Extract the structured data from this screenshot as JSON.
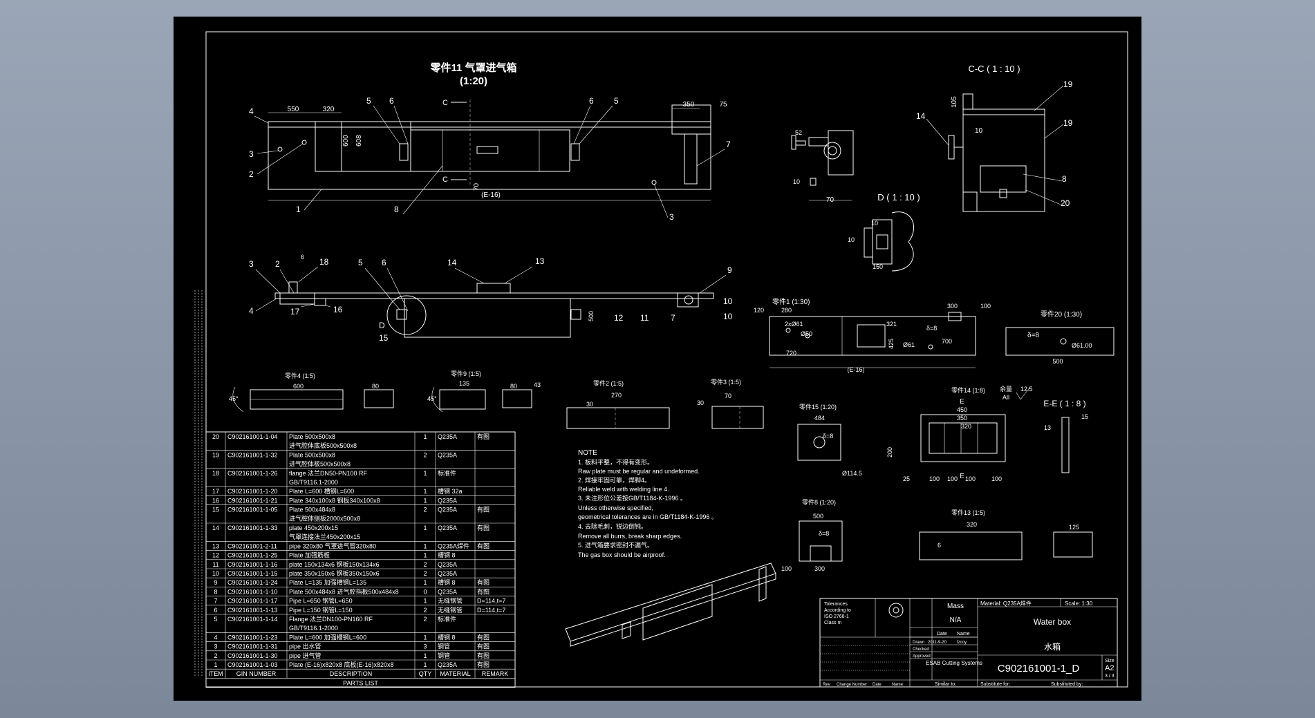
{
  "views": {
    "main_title": "零件11 气罩进气箱",
    "main_scale": "(1:20)",
    "cc_title": "C-C ( 1 : 10 )",
    "d_title": "D ( 1 : 10 )",
    "ee_title": "E-E ( 1 : 8 )",
    "part1_title": "零件1 (1:30)",
    "part20_title": "零件20 (1:30)",
    "part4_title": "零件4 (1:5)",
    "part9_title": "零件9 (1:5)",
    "part2_title": "零件2 (1:5)",
    "part3_title": "零件3 (1:5)",
    "part15_title": "零件15 (1:20)",
    "part14_title": "零件14 (1:8)",
    "part8_title": "零件8 (1:20)",
    "part13_title": "零件13 (1:5)",
    "section_c": "C",
    "section_e": "E",
    "detail_d": "D",
    "surface_note": "余量",
    "surface_value": "12.5",
    "surface_all": "All"
  },
  "dims": {
    "d550": "550",
    "d320": "320",
    "d350": "350",
    "d75": "75",
    "d600": "600",
    "d608": "608",
    "d70": "70",
    "e16": "(E-16)",
    "d52": "52",
    "d10": "10",
    "d105": "105",
    "d150": "150",
    "d120": "120",
    "d280": "280",
    "d2x61": "2xØ61",
    "d50phi": "Ø50",
    "d720": "720",
    "d700": "700",
    "d300": "300",
    "d100": "100",
    "d321": "321",
    "d425": "425",
    "d61": "Ø61",
    "d500": "500",
    "d8": "δ=8",
    "d610": "Ø61.00",
    "d43": "43",
    "d80": "80",
    "d135": "135",
    "d45": "45°",
    "d270": "270",
    "d30": "30",
    "d484": "484",
    "d1145": "Ø114.5",
    "d450": "450",
    "d15": "15",
    "d13": "13",
    "d25": "25",
    "d200": "200",
    "d125": "125",
    "d6": "6"
  },
  "balloons": [
    "1",
    "2",
    "3",
    "4",
    "5",
    "6",
    "7",
    "8",
    "9",
    "10",
    "11",
    "12",
    "13",
    "14",
    "15",
    "16",
    "17",
    "18",
    "19",
    "20"
  ],
  "parts_list": {
    "title": "PARTS LIST",
    "headers": [
      "ITEM",
      "GIN NUMBER",
      "DESCRIPTION",
      "QTY",
      "MATERIAL",
      "REMARK"
    ],
    "rows": [
      {
        "item": "20",
        "gin": "C902161001-1-04",
        "desc": "Plate 500x500x8",
        "desc2": "进气腔体底板500x500x8",
        "qty": "1",
        "mat": "Q235A",
        "rem": "有图"
      },
      {
        "item": "19",
        "gin": "C902161001-1-32",
        "desc": "Plate 500x500x8",
        "desc2": "进气腔体板500x500x8",
        "qty": "2",
        "mat": "Q235A",
        "rem": ""
      },
      {
        "item": "18",
        "gin": "C902161001-1-26",
        "desc": "flange 法兰DN50-PN100 RF",
        "desc2": "GB/T9116.1-2000",
        "qty": "1",
        "mat": "标准件",
        "rem": ""
      },
      {
        "item": "17",
        "gin": "C902161001-1-20",
        "desc": "Plate L=600 槽钢L=600",
        "desc2": "",
        "qty": "1",
        "mat": "槽钢 32a",
        "rem": ""
      },
      {
        "item": "16",
        "gin": "C902161001-1-21",
        "desc": "Plate 340x100x8 钢板340x100x8",
        "desc2": "",
        "qty": "1",
        "mat": "Q235A",
        "rem": ""
      },
      {
        "item": "15",
        "gin": "C902161001-1-05",
        "desc": "Plate 500x484x8",
        "desc2": "进气腔体侧板2000x500x8",
        "qty": "2",
        "mat": "Q235A",
        "rem": "有图"
      },
      {
        "item": "14",
        "gin": "C902161001-1-33",
        "desc": "plate 450x200x15",
        "desc2": "气罩连接法兰450x200x15",
        "qty": "1",
        "mat": "Q235A",
        "rem": "有图"
      },
      {
        "item": "13",
        "gin": "C902161001-2-11",
        "desc": "pipe 320x80 气罩进气管320x80",
        "desc2": "",
        "qty": "1",
        "mat": "Q235A焊件",
        "rem": "有图"
      },
      {
        "item": "12",
        "gin": "C902161001-1-25",
        "desc": "Plate 加强筋板",
        "desc2": "",
        "qty": "1",
        "mat": "槽钢 8",
        "rem": ""
      },
      {
        "item": "11",
        "gin": "C902161001-1-16",
        "desc": "plate 150x134x6 钢板150x134x6",
        "desc2": "",
        "qty": "2",
        "mat": "Q235A",
        "rem": ""
      },
      {
        "item": "10",
        "gin": "C902161001-1-15",
        "desc": "plate 350x150x6 钢板350x150x6",
        "desc2": "",
        "qty": "2",
        "mat": "Q235A",
        "rem": ""
      },
      {
        "item": "9",
        "gin": "C902161001-1-24",
        "desc": "Plate L=135 加强槽钢L=135",
        "desc2": "",
        "qty": "1",
        "mat": "槽钢 8",
        "rem": "有图"
      },
      {
        "item": "8",
        "gin": "C902161001-1-10",
        "desc": "Plate 500x484x8 进气腔挡板500x484x8",
        "desc2": "",
        "qty": "0",
        "mat": "Q235A",
        "rem": "有图"
      },
      {
        "item": "7",
        "gin": "C902161001-1-17",
        "desc": "Pipe L=650 钢管L=650",
        "desc2": "",
        "qty": "1",
        "mat": "无缝钢管",
        "rem": "D=114,t=7"
      },
      {
        "item": "6",
        "gin": "C902161001-1-13",
        "desc": "Pipe L=150 钢管L=150",
        "desc2": "",
        "qty": "2",
        "mat": "无缝钢管",
        "rem": "D=114,t=7"
      },
      {
        "item": "5",
        "gin": "C902161001-1-14",
        "desc": "Flange 法兰DN100-PN160 RF",
        "desc2": "GB/T9116.1-2000",
        "qty": "2",
        "mat": "标准件",
        "rem": ""
      },
      {
        "item": "4",
        "gin": "C902161001-1-23",
        "desc": "Plate L=600 加强槽钢L=600",
        "desc2": "",
        "qty": "1",
        "mat": "槽钢 8",
        "rem": "有图"
      },
      {
        "item": "3",
        "gin": "C902161001-1-31",
        "desc": "pipe 出水管",
        "desc2": "",
        "qty": "3",
        "mat": "钢管",
        "rem": "有图"
      },
      {
        "item": "2",
        "gin": "C902161001-1-30",
        "desc": "pipe 进气管",
        "desc2": "",
        "qty": "1",
        "mat": "钢管",
        "rem": "有图"
      },
      {
        "item": "1",
        "gin": "C902161001-1-03",
        "desc": "Plate (E-16)x820x8 底板(E-16)x820x8",
        "desc2": "",
        "qty": "1",
        "mat": "Q235A",
        "rem": "有图"
      }
    ]
  },
  "notes": {
    "title": "NOTE",
    "lines": [
      "1. 板料平整，不得有变形。",
      "Raw plate must be regular and undeformed.",
      "2. 焊接牢固可靠，焊脚4。",
      "Reliable weld with welding line 4.",
      "3. 未注形位公差按GB/T1184-K-1996 。",
      "Unless otherwise specified,",
      "geometrical tolerances are in GB/T1184-K-1996 。",
      "4. 去除毛刺，锐边倒钝。",
      "Remove all burrs, break sharp edges.",
      "5. 进气箱要求密封不漏气。",
      "The gas box should be airproof."
    ]
  },
  "title_block": {
    "tolerances": "Tolerances",
    "according": "According to",
    "iso": "ISO 2768-1",
    "class": "Class m",
    "mass_label": "Mass",
    "mass_value": "N/A",
    "material": "Material:  Q235A焊件",
    "scale": "Scale:  1:30",
    "name_en": "Water box",
    "name_cn": "水箱",
    "drawing_no": "C902161001-1_D",
    "size_label": "Size",
    "size_value": "A2",
    "sheet": "3 / 3",
    "company": "ESAB\nCutting\nSystems",
    "date_label": "Date",
    "name_label": "Name",
    "date_value": "2011-9-20",
    "drawn_by": "fzcoy",
    "similar": "Similar to:",
    "substitute": "Substitute for:",
    "substituted": "Substituted by:",
    "rev": "Rev",
    "change": "Change Number",
    "date_col": "Date",
    "name_col": "Name",
    "drawn": "Drawn",
    "checked": "Checked",
    "approved": "Approved"
  }
}
